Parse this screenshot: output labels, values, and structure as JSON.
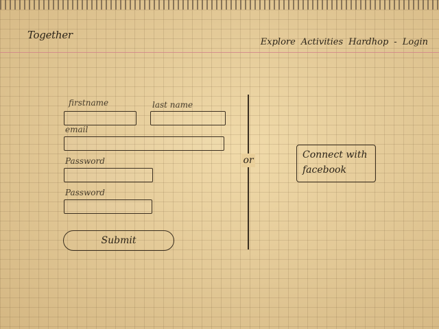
{
  "header": {
    "brand": "Together",
    "nav": [
      "Explore",
      "Activities",
      "Hardhop",
      "Login"
    ]
  },
  "form": {
    "firstname_label": "firstname",
    "lastname_label": "last name",
    "email_label": "email",
    "password_label": "Password",
    "password_confirm_label": "Password",
    "submit_label": "Submit"
  },
  "alt": {
    "or_label": "or",
    "facebook_line1": "Connect with",
    "facebook_line2": "facebook"
  }
}
